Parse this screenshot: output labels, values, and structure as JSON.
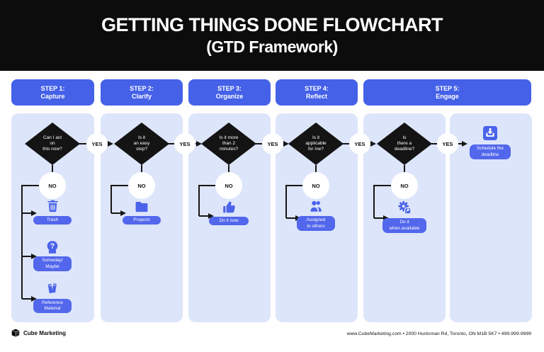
{
  "title": {
    "line1": "GETTING THINGS DONE FLOWCHART",
    "line2": "(GTD Framework)"
  },
  "steps": [
    {
      "step": "STEP 1:",
      "name": "Capture"
    },
    {
      "step": "STEP 2:",
      "name": "Clarify"
    },
    {
      "step": "STEP 3:",
      "name": "Organize"
    },
    {
      "step": "STEP 4:",
      "name": "Reflect"
    },
    {
      "step": "STEP 5:",
      "name": "Engage"
    }
  ],
  "flow": {
    "yes": "YES",
    "no": "NO",
    "questions": [
      {
        "l1": "Can I act",
        "l2": "on",
        "l3": "this now?"
      },
      {
        "l1": "Is it",
        "l2": "an easy",
        "l3": "step?"
      },
      {
        "l1": "Is it more",
        "l2": "than 2",
        "l3": "minutes?"
      },
      {
        "l1": "Is it",
        "l2": "applicable",
        "l3": "for me?"
      },
      {
        "l1": "Is",
        "l2": "there a",
        "l3": "deadline?"
      }
    ],
    "outcomes": {
      "trash": {
        "l1": "Trash"
      },
      "someday": {
        "l1": "Someday/",
        "l2": "Maybe"
      },
      "reference": {
        "l1": "Reference",
        "l2": "Material"
      },
      "projects": {
        "l1": "Projects"
      },
      "do_it_now": {
        "l1": "Do it now"
      },
      "assigned": {
        "l1": "Assigned",
        "l2": "to others"
      },
      "when_available": {
        "l1": "Do it",
        "l2": "when available"
      },
      "schedule": {
        "l1": "Schedule the",
        "l2": "deadline"
      }
    }
  },
  "footer": {
    "brand": "Cube Marketing",
    "contact": "www.CubeMarketing.com • 2000 Huntsman Rd, Toronto, ON M1B 5K7 • 499-999-9999"
  },
  "colors": {
    "accent": "#4561e8",
    "button": "#5267ec",
    "panel": "#dde5fa",
    "header_bg": "#0c0c0c",
    "diamond": "#141414"
  }
}
